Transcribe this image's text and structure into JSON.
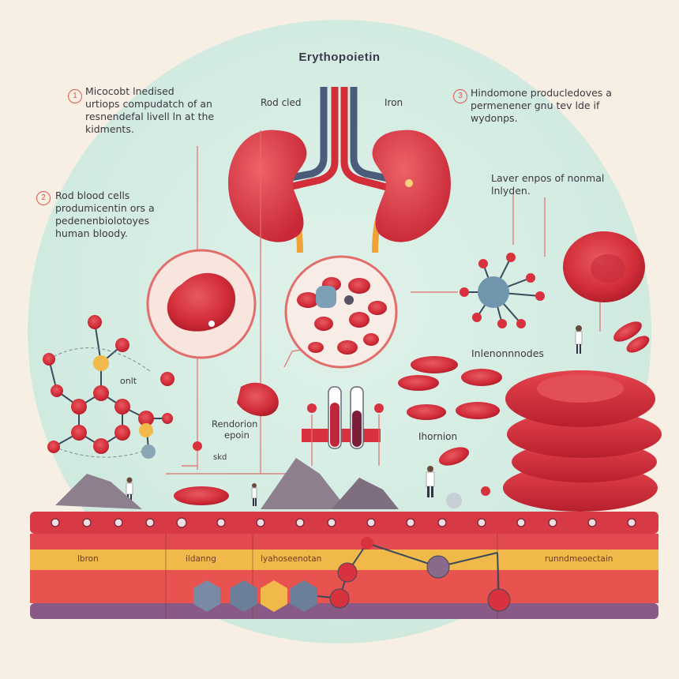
{
  "title": "Erythopoietin",
  "steps": {
    "n1": "1",
    "n2": "2",
    "n3": "3"
  },
  "text": {
    "top_left_1": "Micocobt lnedised",
    "top_left_2": "urtiops compudatch of an",
    "top_left_3": "resnendefal livell ln at the",
    "top_left_4": "kidments.",
    "top_right_1": "Hindomone producledoves a",
    "top_right_2": "permenener gnu tev lde if",
    "top_right_3": "wydonps.",
    "mid_left_1": "Rod blood cells",
    "mid_left_2": "produmicentin ors a",
    "mid_left_3": "pedenenbiolotoyes",
    "mid_left_4": "human bloody.",
    "red_cled": "Rod cled",
    "iron": "Iron",
    "layer_1": "Laver enpos of nonmal",
    "layer_2": "lnlyden.",
    "inlenonnnodes": "Inlenonnnodes",
    "onlt": "onlt",
    "rendorion_1": "Rendorion",
    "rendorion_2": "epoin",
    "skd": "skd",
    "thornion": "Ihornion"
  },
  "bands": {
    "iron": "lbron",
    "b2": "ildanng",
    "b3": "lyahoseenotan",
    "b4": "runndmeoectain"
  },
  "colors": {
    "accent_red": "#d8323f",
    "mint_bg": "#d2ece2",
    "band_yellow": "#f1b94a",
    "band_purple": "#8a5a86"
  }
}
